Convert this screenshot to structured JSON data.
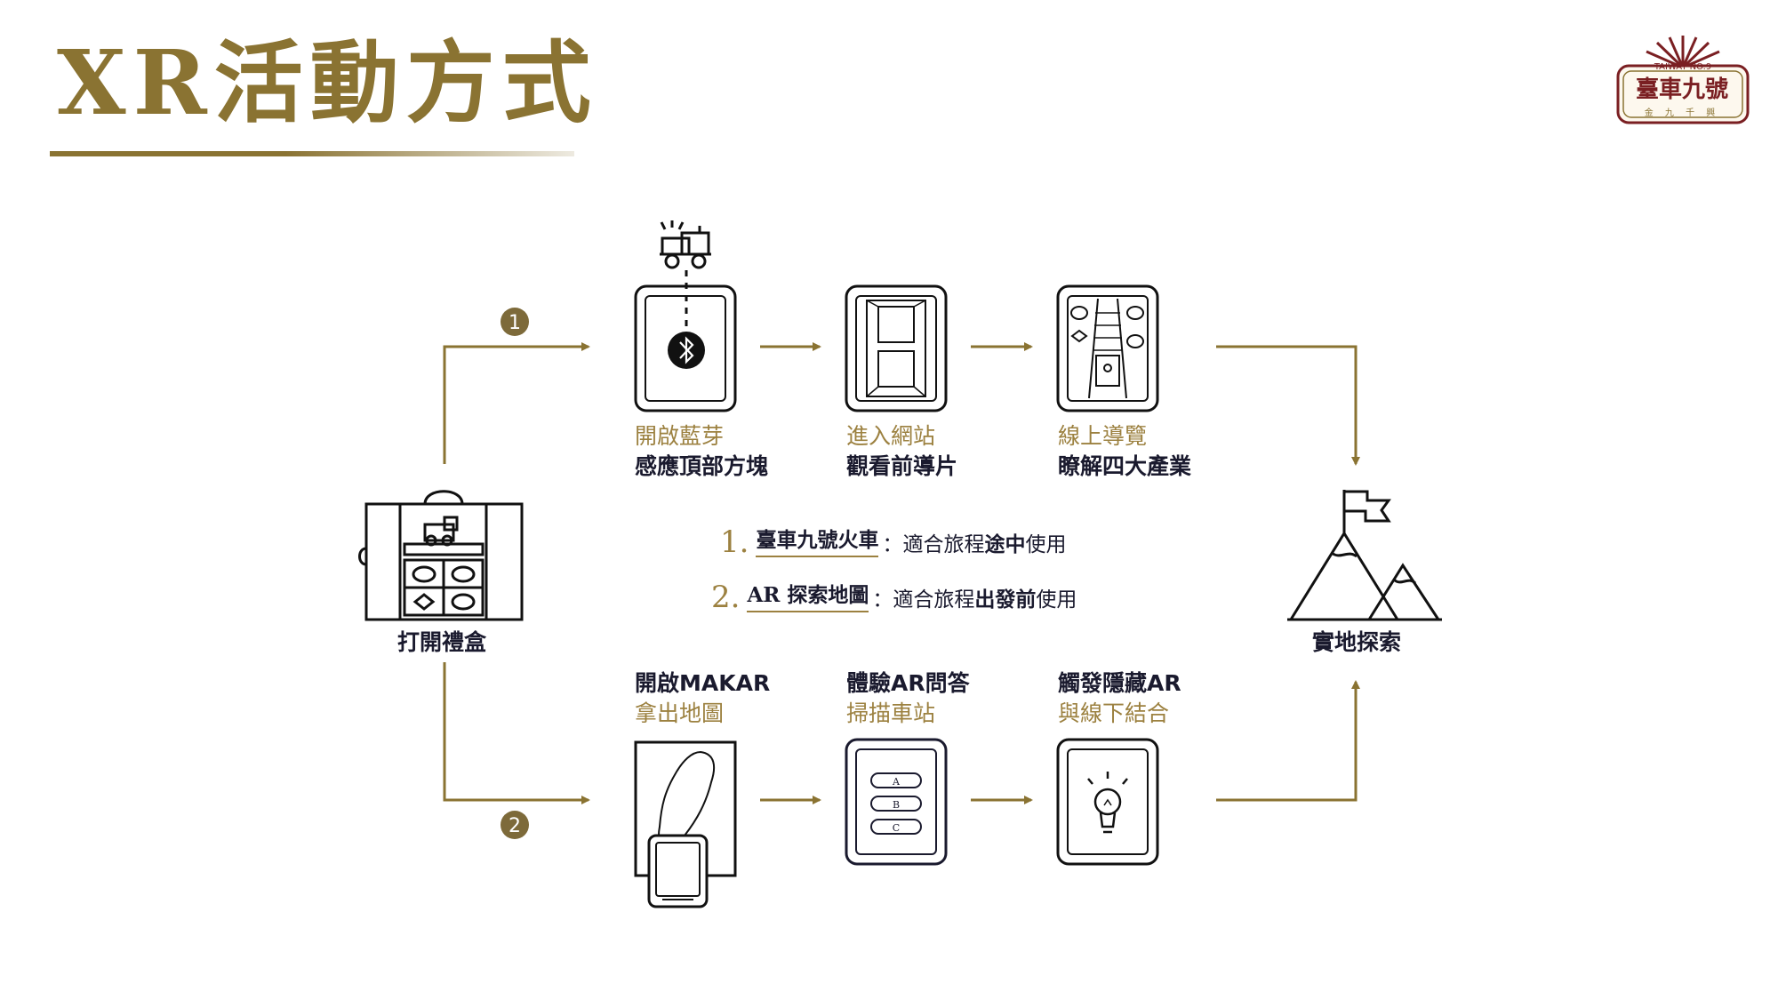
{
  "title": "XR活動方式",
  "logo": {
    "arc_text": "TAIWAY NO.9",
    "main_text": "臺車九號",
    "sub_text": "金 九 千 興"
  },
  "colors": {
    "accent": "#8a7332",
    "ink": "#1a1a2e",
    "logo_red": "#7a1f22"
  },
  "badges": {
    "route1": "1",
    "route2": "2"
  },
  "start_label": "打開禮盒",
  "end_label": "實地探索",
  "route1": {
    "steps": [
      {
        "line1": "開啟藍芽",
        "line2": "感應頂部方塊"
      },
      {
        "line1": "進入網站",
        "line2": "觀看前導片"
      },
      {
        "line1": "線上導覽",
        "line2": "瞭解四大產業"
      }
    ]
  },
  "route2": {
    "steps": [
      {
        "line1": "開啟MAKAR",
        "line2": "拿出地圖"
      },
      {
        "line1": "體驗AR問答",
        "line2": "掃描車站"
      },
      {
        "line1": "觸發隱藏AR",
        "line2": "與線下結合"
      }
    ],
    "quiz_options": [
      "A",
      "B",
      "C"
    ]
  },
  "legend": [
    {
      "num": "1.",
      "name": "臺車九號火車",
      "sep": "：",
      "pre": "適合旅程",
      "bold": "途中",
      "post": "使用"
    },
    {
      "num": "2.",
      "name": "AR 探索地圖",
      "sep": "：",
      "pre": "適合旅程",
      "bold": "出發前",
      "post": "使用"
    }
  ]
}
